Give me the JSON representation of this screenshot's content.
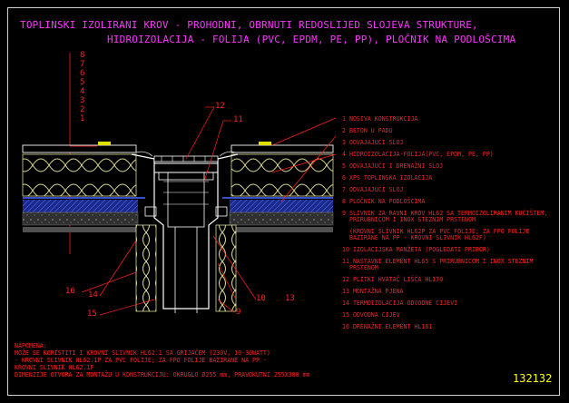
{
  "title": {
    "line1": "TOPLINSKI IZOLIRANI KROV - PROHODNI, OBRNUTI REDOSLIJED SLOJEVA STRUKTURE,",
    "line2": "HIDROIZOLACIJA - FOLIJA (PVC, EPDM, PE, PP), PLOČNIK NA PODLOŠCIMA"
  },
  "layer_scale": [
    "8",
    "7",
    "6",
    "5",
    "4",
    "3",
    "2",
    "1"
  ],
  "callouts": {
    "c11": "11",
    "c12": "12",
    "c16": "16",
    "c14": "14",
    "c15": "15",
    "c10": "10",
    "c13": "13",
    "c9": "9"
  },
  "legend": [
    {
      "num": "1",
      "text": "NOSIVA KONSTRUKCIJA"
    },
    {
      "num": "2",
      "text": "BETON U PADU"
    },
    {
      "num": "3",
      "text": "ODVAJAJUĆI SLOJ"
    },
    {
      "num": "4",
      "text": "HIDROIZOLACIJA-FOLIJA(PVC, EPDM, PE, PP)"
    },
    {
      "num": "5",
      "text": "ODVAJAJUĆI I DRENAŽNI SLOJ"
    },
    {
      "num": "6",
      "text": "XPS TOPLINSKA IZOLACIJA"
    },
    {
      "num": "7",
      "text": "ODVAJAJUĆI SLOJ"
    },
    {
      "num": "8",
      "text": "PLOČNIK NA PODLOŠCIMA"
    },
    {
      "num": "9",
      "text": "SLIVNIK ZA RAVNI KROV HL62 SA TERMOIZOLIRANIM KUĆIŠTEM,"
    },
    {
      "num": "",
      "text": "PRIRUBNICOM I INOX STEZNIM PRSTENOM"
    },
    {
      "num": "",
      "text": "(KROVNI SLIVNIK HL62P ZA PVC FOLIJE; ZA FPO FOLIJE"
    },
    {
      "num": "",
      "text": "BAZIRANE NA PP - KROVNI SLIVNIK HL62F)"
    },
    {
      "num": "10",
      "text": "IZOLACIJSKA MANŽETA (POGLEDATI PRIBOR)"
    },
    {
      "num": "11",
      "text": "NASTAVNI ELEMENT HL65 S PRIRUBNICOM I INOX STEZNIM"
    },
    {
      "num": "",
      "text": "PRSTENOM"
    },
    {
      "num": "12",
      "text": "PLITKI HVATAČ LIŠĆA HL170"
    },
    {
      "num": "13",
      "text": "MONTAŽNA PJENA"
    },
    {
      "num": "14",
      "text": "TERMOIZOLACIJA ODVODNE CIJEVI"
    },
    {
      "num": "15",
      "text": "ODVODNA CIJEV"
    },
    {
      "num": "16",
      "text": "DRENAŽNI ELEMENT HL161"
    }
  ],
  "notes": {
    "heading": "NAPOMENA:",
    "lines": [
      "MOŽE SE KORISTITI I KROVNI SLIVNIK HL62.1 SA GRIJAČEM (230V, 10-30WATT)",
      "- KROVNI SLIVNIK HL62.1P ZA PVC FOLIJE; ZA FPO FOLIJE BAZIRANE NA PP -",
      "KROVNI SLIVNIK HL62.1F",
      "DIMENZIJE OTVORA ZA MONTAŽU U KONSTRUKCIJU: OKRUGLO Ø255 mm, PRAVOKUTNI 255X380 mm"
    ]
  },
  "drawing_number": "132132",
  "colors": {
    "title": "#ff33ff",
    "annotation": "#ff2020",
    "insulation_fill": "#d8d890",
    "membrane": "#3a4fd0",
    "concrete": "#808080",
    "steel": "#ffffff",
    "pad": "#e0e000",
    "number": "#ffff00"
  }
}
